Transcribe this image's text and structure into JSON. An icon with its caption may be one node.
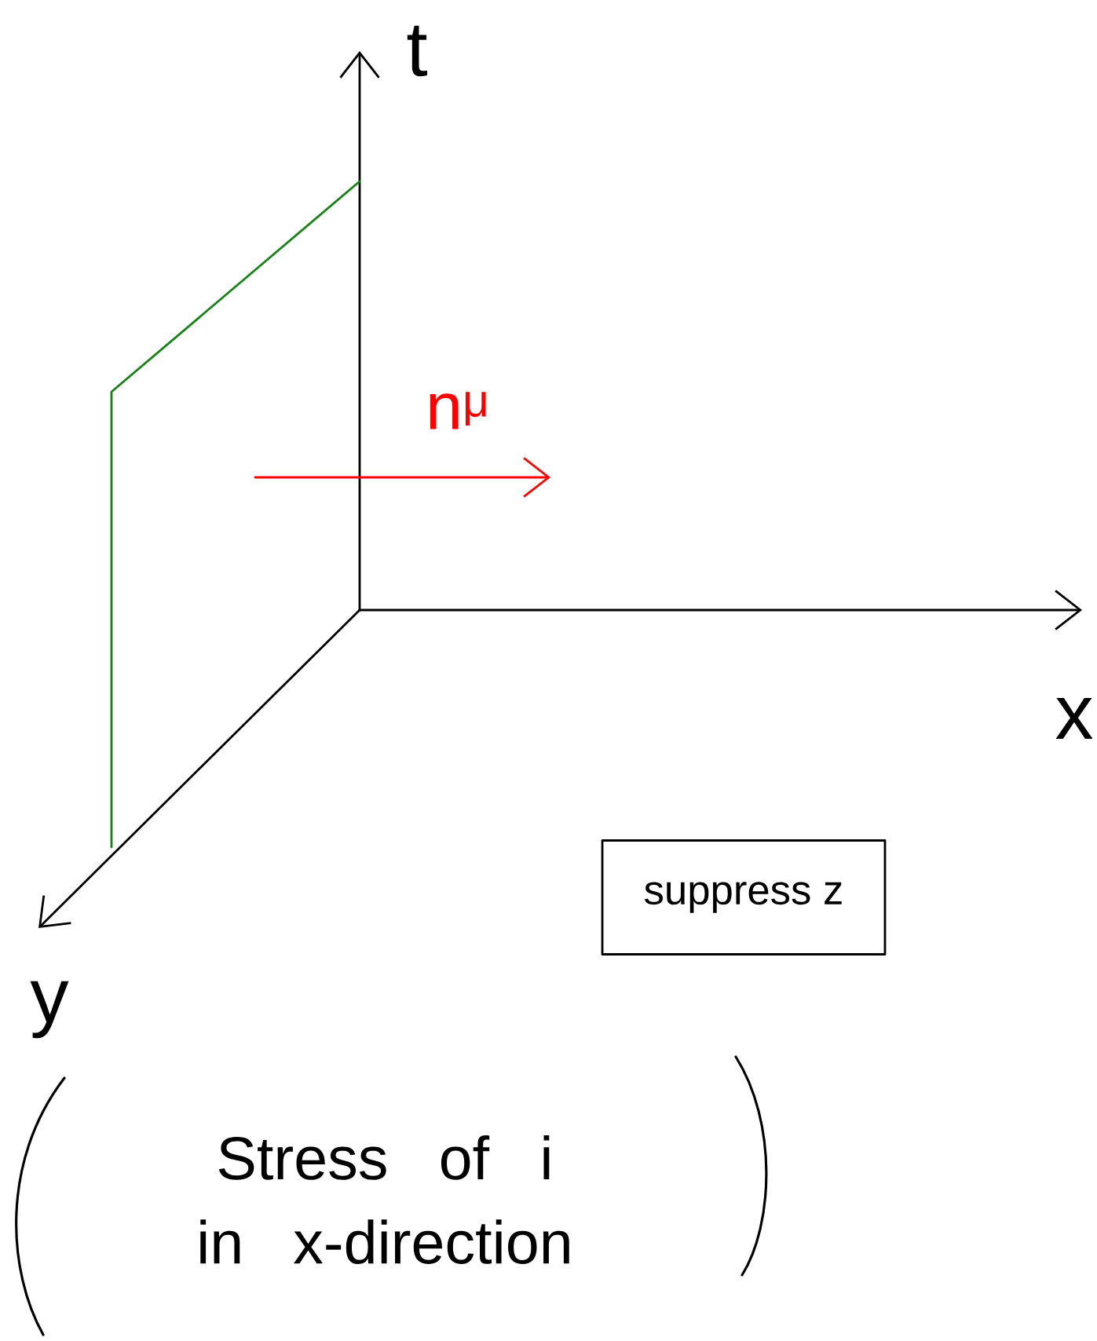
{
  "diagram": {
    "nodes": [
      {
        "text": [
          "suppress z"
        ]
      }
    ],
    "labels": [
      "t",
      "n$^{μ}$",
      "x",
      "y",
      "Stress of i in x-direction"
    ]
  }
}
